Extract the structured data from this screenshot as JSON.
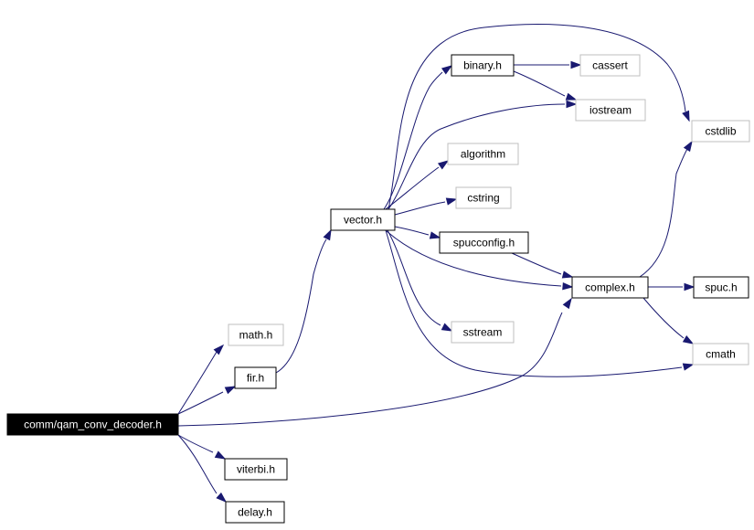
{
  "diagram": {
    "nodes": [
      {
        "id": "root",
        "label": "comm/qam_conv_decoder.h",
        "style": "root"
      },
      {
        "id": "math",
        "label": "math.h",
        "style": "external"
      },
      {
        "id": "fir",
        "label": "fir.h",
        "style": "internal"
      },
      {
        "id": "viterbi",
        "label": "viterbi.h",
        "style": "internal"
      },
      {
        "id": "delay",
        "label": "delay.h",
        "style": "internal"
      },
      {
        "id": "vector",
        "label": "vector.h",
        "style": "internal"
      },
      {
        "id": "binary",
        "label": "binary.h",
        "style": "internal"
      },
      {
        "id": "cassert",
        "label": "cassert",
        "style": "external"
      },
      {
        "id": "iostream",
        "label": "iostream",
        "style": "external"
      },
      {
        "id": "cstdlib",
        "label": "cstdlib",
        "style": "external"
      },
      {
        "id": "algorithm",
        "label": "algorithm",
        "style": "external"
      },
      {
        "id": "cstring",
        "label": "cstring",
        "style": "external"
      },
      {
        "id": "spucconfig",
        "label": "spucconfig.h",
        "style": "internal"
      },
      {
        "id": "complex",
        "label": "complex.h",
        "style": "internal"
      },
      {
        "id": "spuc",
        "label": "spuc.h",
        "style": "internal"
      },
      {
        "id": "sstream",
        "label": "sstream",
        "style": "external"
      },
      {
        "id": "cmath",
        "label": "cmath",
        "style": "external"
      }
    ],
    "edges": [
      {
        "from": "root",
        "to": "math"
      },
      {
        "from": "root",
        "to": "fir"
      },
      {
        "from": "root",
        "to": "complex"
      },
      {
        "from": "root",
        "to": "viterbi"
      },
      {
        "from": "root",
        "to": "delay"
      },
      {
        "from": "fir",
        "to": "vector"
      },
      {
        "from": "vector",
        "to": "binary"
      },
      {
        "from": "vector",
        "to": "cstdlib"
      },
      {
        "from": "vector",
        "to": "iostream"
      },
      {
        "from": "vector",
        "to": "algorithm"
      },
      {
        "from": "vector",
        "to": "cstring"
      },
      {
        "from": "vector",
        "to": "spucconfig"
      },
      {
        "from": "vector",
        "to": "complex"
      },
      {
        "from": "vector",
        "to": "sstream"
      },
      {
        "from": "vector",
        "to": "cmath"
      },
      {
        "from": "binary",
        "to": "cassert"
      },
      {
        "from": "binary",
        "to": "iostream"
      },
      {
        "from": "spucconfig",
        "to": "complex"
      },
      {
        "from": "complex",
        "to": "cstdlib"
      },
      {
        "from": "complex",
        "to": "spuc"
      },
      {
        "from": "complex",
        "to": "cmath"
      }
    ]
  },
  "colors": {
    "edge": "#191970",
    "root_fill": "#000000",
    "root_text": "#ffffff",
    "internal_border": "#000000",
    "external_border": "#bfbfbf",
    "node_fill": "#ffffff",
    "text": "#000000"
  }
}
